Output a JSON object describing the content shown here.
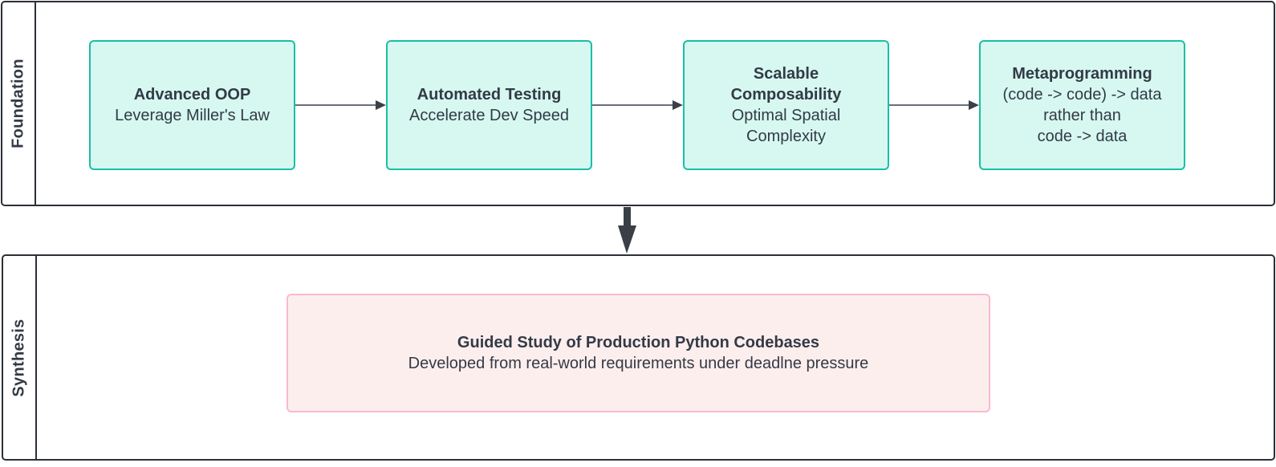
{
  "lanes": [
    {
      "label": "Foundation",
      "nodes": [
        {
          "title": [
            "Advanced OOP"
          ],
          "body": [
            "Leverage Miller's Law"
          ]
        },
        {
          "title": [
            "Automated Testing"
          ],
          "body": [
            "Accelerate Dev Speed"
          ]
        },
        {
          "title": [
            "Scalable",
            "Composability"
          ],
          "body": [
            "Optimal Spatial",
            "Complexity"
          ]
        },
        {
          "title": [
            "Metaprogramming"
          ],
          "body": [
            "(code -> code) -> data",
            "rather than",
            "code -> data"
          ]
        }
      ]
    },
    {
      "label": "Synthesis",
      "nodes": [
        {
          "title": [
            "Guided Study of Production Python Codebases"
          ],
          "body": [
            "Developed from real-world requirements under deadlne pressure"
          ]
        }
      ]
    }
  ],
  "colors": {
    "lane_border": "#2b2f36",
    "foundation_fill": "#d6f8f1",
    "foundation_border": "#19bfa6",
    "synthesis_fill": "#fdeeee",
    "synthesis_border": "#fcb8cf",
    "text": "#333a45",
    "arrow": "#3a3f48"
  }
}
